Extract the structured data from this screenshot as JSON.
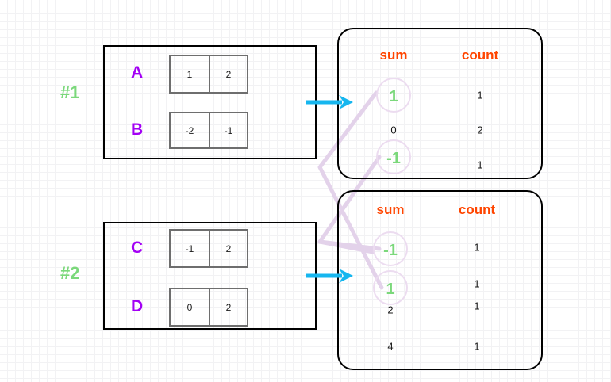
{
  "diagram": {
    "title": "Partition sum/count aggregation diagram",
    "colors": {
      "grid_minor": "#f2f2f4",
      "grid_major": "#e6e6ea",
      "group_label_green": "#7BD87B",
      "row_letter_purple": "#A300F5",
      "header_orange": "#FF4500",
      "circle_green": "#7BD87B",
      "circle_stroke_lavender": "#ecdcf0",
      "connector_lavender": "#e3d2ea",
      "arrow_blue": "#16B6EF",
      "box_border": "#000000",
      "cell_border": "#6e6e6e"
    },
    "partitions": [
      {
        "label": "#1",
        "rows": [
          {
            "letter": "A",
            "cells": [
              "1",
              "2"
            ]
          },
          {
            "letter": "B",
            "cells": [
              "-2",
              "-1"
            ]
          }
        ]
      },
      {
        "label": "#2",
        "rows": [
          {
            "letter": "C",
            "cells": [
              "-1",
              "2"
            ]
          },
          {
            "letter": "D",
            "cells": [
              "0",
              "2"
            ]
          }
        ]
      }
    ],
    "aggregates": [
      {
        "id": "agg-top",
        "headers": {
          "sum": "sum",
          "count": "count"
        },
        "rows": [
          {
            "sum": "1",
            "count": "1",
            "circled": true
          },
          {
            "sum": "0",
            "count": "2",
            "circled": false
          },
          {
            "sum": "-1",
            "count": "1",
            "circled": true
          }
        ]
      },
      {
        "id": "agg-bottom",
        "headers": {
          "sum": "sum",
          "count": "count"
        },
        "rows": [
          {
            "sum": "-1",
            "count": "1",
            "circled": true
          },
          {
            "sum": "1",
            "count": "1",
            "circled": true
          },
          {
            "sum": "2",
            "count": "1",
            "circled": false
          },
          {
            "sum": "4",
            "count": "1",
            "circled": false
          }
        ]
      }
    ],
    "arrows": [
      {
        "name": "arrow-partition-1-to-agg-top",
        "from": "partition-1",
        "to": "agg-top"
      },
      {
        "name": "arrow-partition-2-to-agg-bottom",
        "from": "partition-2",
        "to": "agg-bottom"
      }
    ],
    "connectors": [
      {
        "name": "connector-top-sum-1-to-bottom-sum-1",
        "from": "agg-top.sum.1",
        "to": "agg-bottom.sum.1"
      },
      {
        "name": "connector-top-sum-minus1-to-bottom-sum-minus1",
        "from": "agg-top.sum.-1",
        "to": "agg-bottom.sum.-1"
      }
    ]
  }
}
